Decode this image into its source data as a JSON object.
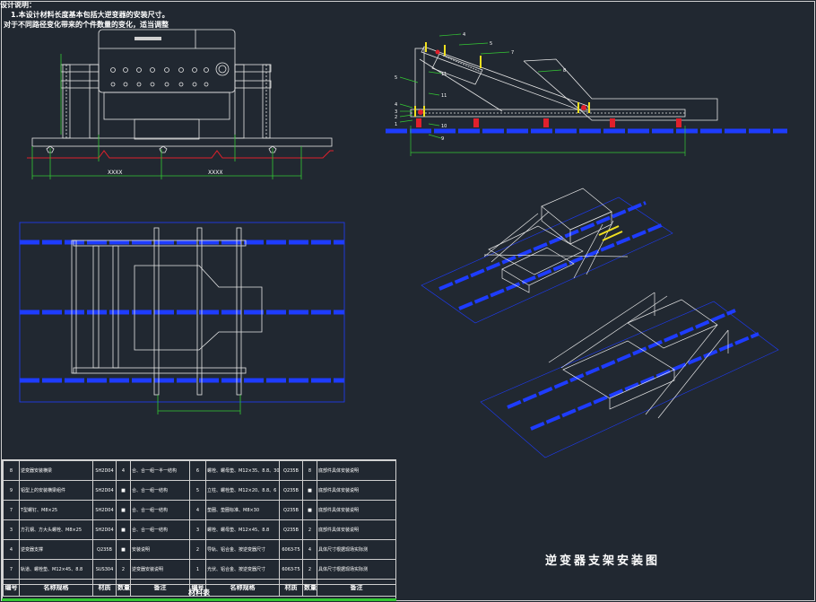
{
  "drawing": {
    "title": "逆变器支架安装图",
    "notes": {
      "heading": "设计说明：",
      "line1": "1.本设计材料长度基本包括大逆变器的安装尺寸。",
      "line2": "对于不同路径变化带来的个件数量的变化，适当调整"
    },
    "dimensions": {
      "front_left": "XXXX",
      "front_right": "XXXX"
    },
    "callouts": [
      "1",
      "2",
      "3",
      "4",
      "4",
      "5",
      "5",
      "6",
      "7",
      "8",
      "9",
      "10",
      "11",
      "11"
    ]
  },
  "bom": {
    "caption": "材料表",
    "headers": [
      "编号",
      "名称规格",
      "材质",
      "数量",
      "备注",
      "编号",
      "名称规格",
      "材质",
      "数量",
      "备注"
    ],
    "rows": [
      [
        "8",
        "逆变器安装横梁",
        "SH2D04",
        "4",
        "合、合一组一半一结构",
        "6",
        "螺栓、螺母垫、M12×35、8.8、30m",
        "Q235B",
        "8",
        "底部件具体安装说明"
      ],
      [
        "9",
        "铝型上的安装横梁组件",
        "SH2D04",
        "■",
        "合、合一组一结构",
        "5",
        "立柱、螺栓垫、M12×20、8.8、6",
        "Q235B",
        "■",
        "底部件具体安装说明"
      ],
      [
        "7",
        "T型螺钉、M8×25",
        "SH2D04",
        "■",
        "合、合一组一结构",
        "4",
        "垫圈、垫圈标准、M8×30",
        "Q235B",
        "■",
        "底部件具体安装说明"
      ],
      [
        "3",
        "方孔钢、方大头螺栓、M8×25",
        "SH2D04",
        "■",
        "合、合一组一结构",
        "3",
        "螺栓、螺母垫、M12×45、8.8",
        "Q235B",
        "2",
        "底部件具体安装说明"
      ],
      [
        "4",
        "逆变器支撑",
        "Q235B",
        "■",
        "安装说明",
        "2",
        "导轨、铝合金、按逆变器尺寸",
        "6063-T5",
        "4",
        "具体尺寸根据现场实际测"
      ],
      [
        "7",
        "轨道、螺栓垫、M12×45、8.8",
        "SUS304",
        "2",
        "逆变器安装说明",
        "1",
        "光伏、铝合金、按逆变器尺寸",
        "6063-T5",
        "2",
        "具体尺寸根据现场实际测"
      ]
    ]
  },
  "colors": {
    "background": "#212831",
    "line": "#ffffff",
    "dimension": "#34c934",
    "ground": "#e0202c",
    "rail": "#1e3cff",
    "highlight": "#f0e020"
  }
}
